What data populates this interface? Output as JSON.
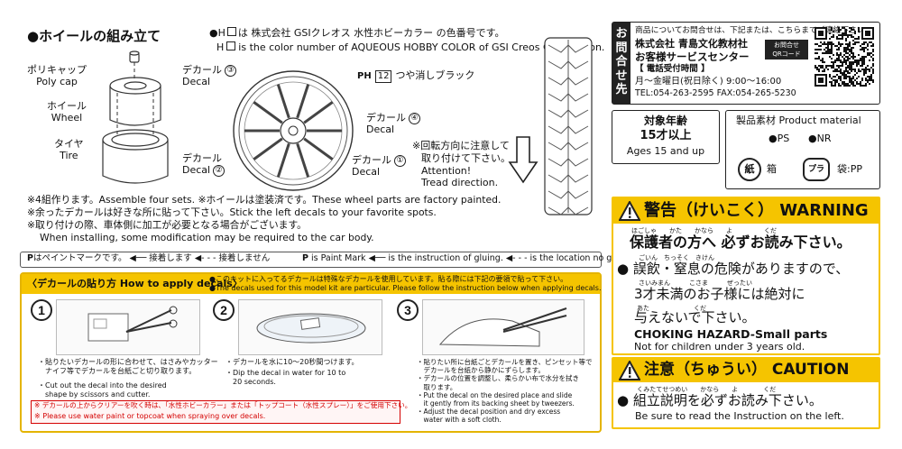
{
  "assembly": {
    "title": "●ホイールの組み立て",
    "color_note_jp_pre": "●H",
    "color_note_jp_post": "は 株式会社 GSIクレオス 水性ホビーカラー の色番号です。",
    "color_note_en_pre": "H",
    "color_note_en_post": "is the color number of AQUEOUS HOBBY COLOR of GSI Creos Corporation.",
    "parts": [
      {
        "jp": "ポリキャップ",
        "en": "Poly cap"
      },
      {
        "jp": "ホイール",
        "en": "Wheel"
      },
      {
        "jp": "タイヤ",
        "en": "Tire"
      }
    ],
    "decal_word": "デカール",
    "decal_en": "Decal",
    "decal_nums": {
      "a": "③",
      "b": "②",
      "c": "④",
      "d": "①"
    },
    "paint_code": "PH",
    "paint_num": "12",
    "paint_name": "つや消しブラック",
    "rotation_jp1": "※回転方向に注意して",
    "rotation_jp2": "取り付けて下さい。",
    "rotation_en1": "Attention!",
    "rotation_en2": "Tread direction.",
    "notes": [
      "※4組作ります。Assemble four sets.  ※ホイールは塗装済です。These wheel parts are factory painted.",
      "※余ったデカールは好きな所に貼って下さい。Stick the left decals to your favorite spots.",
      "※取り付けの際、車体側に加工が必要となる場合がございます。",
      "When installing, some modification may be required to the car body."
    ]
  },
  "legend": {
    "jp": "はペイントマークです。 ◀── 接着します ◀- - - 接着しません",
    "en": "is Paint Mark  ◀── is the instruction of gluing.  ◀- - - is the location no gluing."
  },
  "decal_howto": {
    "header": "〈デカールの貼り方 How to apply decals〉",
    "header_note_jp": "●このキットに入ってるデカールは特殊なデカールを使用しています。貼る際には下記の要領で貼って下さい。",
    "header_note_en": "●The decals used for this model kit are particular. Please follow the instruction below when applying decals.",
    "steps": [
      {
        "num": "1",
        "lines": [
          "・貼りたいデカールの形に合わせて、はさみやカッター",
          "　ナイフ等でデカールを台紙ごと切り取ります。",
          "・Cut out the decal into the desired",
          "　shape by scissors and cutter."
        ]
      },
      {
        "num": "2",
        "lines": [
          "・デカールを水に10〜20秒間つけます。",
          "",
          "・Dip the decal in water for 10 to",
          "　20 seconds."
        ]
      },
      {
        "num": "3",
        "lines": [
          "・貼りたい所に台紙ごとデカールを置き、ピンセット等で",
          "　デカールを台紙から静かにずらします。",
          "・デカールの位置を調整し、柔らかい布で水分を拭き",
          "　取ります。",
          "・Put the decal on the desired place and slide",
          "　it gently from its backing sheet by tweezers.",
          "・Adjust the decal position and dry excess",
          "　water with a soft cloth."
        ]
      }
    ],
    "warn_jp": "※ デカールの上からクリアーを吹く時は、「水性ホビーカラー」または「トップコート（水性スプレー）」をご使用下さい。",
    "warn_en": "※ Please use water paint or topcoat when spraying over decals."
  },
  "contact": {
    "side_label": "お問合せ先",
    "intro": "商品についてお問合せは、下記または、こちらまでご連絡下さい。",
    "company": "株式会社 青島文化教材社",
    "center": "お客様サービスセンター",
    "qr_label_1": "お問合せ",
    "qr_label_2": "QRコード",
    "hours_title": "【 電話受付時間 】",
    "hours": "月〜金曜日(祝日除く) 9:00〜16:00",
    "tel": "TEL:054-263-2595  FAX:054-265-5230"
  },
  "age": {
    "title": "対象年齢",
    "value": "15才以上",
    "en": "Ages 15 and up"
  },
  "material": {
    "title": "製品素材 Product material",
    "items": [
      "●PS",
      "●NR"
    ],
    "box": "箱",
    "bag": "袋:PP",
    "paper_mark": "紙",
    "plastic_mark": "プラ"
  },
  "warning": {
    "title": "警告（けいこく） WARNING",
    "l1_ruby": "ほごしゃ　　かた　　かなら　　よ　　　　　くだ",
    "l1": "保護者の方へ 必ずお読み下さい。",
    "l2_ruby": "ごいん　ちっそく　きけん",
    "l2": "● 誤飲・窒息の危険がありますので、",
    "l3_ruby": "さいみまん　　　こさま　　　ぜったい",
    "l3": "3才未満のお子様には絶対に",
    "l4_ruby": "あた　　　　　　　くだ",
    "l4": "与えないで下さい。",
    "en1": "CHOKING HAZARD-Small parts",
    "en2": "Not for children under 3 years old."
  },
  "caution": {
    "title": "注意（ちゅうい） CAUTION",
    "ruby": "くみたてせつめい　　かなら　　よ　　　　くだ",
    "jp": "● 組立説明を必ずお読み下さい。",
    "en": "Be sure to read the Instruction on the left."
  },
  "colors": {
    "yellow": "#f5c400",
    "red": "#d40000",
    "dark": "#222222"
  }
}
